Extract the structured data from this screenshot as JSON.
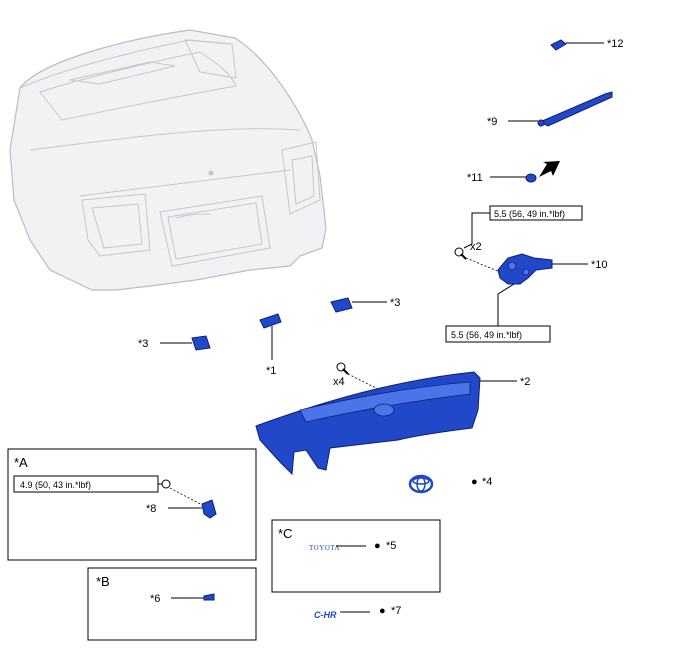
{
  "callouts": {
    "c1": "*1",
    "c2": "*2",
    "c3a": "*3",
    "c3b": "*3",
    "c4": "*4",
    "c5": "*5",
    "c6": "*6",
    "c7": "*7",
    "c8": "*8",
    "c9": "*9",
    "c10": "*10",
    "c11": "*11",
    "c12": "*12"
  },
  "bullet": "●",
  "quantities": {
    "wiper_bolts": "x2",
    "garnish_clips": "x4"
  },
  "torque": {
    "wiper_upper": "5.5 (56, 49 in.*lbf)",
    "wiper_lower": "5.5 (56, 49 in.*lbf)",
    "detail_a": "4.9 (50, 43 in.*lbf)"
  },
  "detail_boxes": {
    "a": "*A",
    "b": "*B",
    "c": "*C"
  },
  "emblem_text": {
    "brand": "TOYOTA",
    "model": "C-HR"
  },
  "colors": {
    "part_blue": "#2148c8",
    "body_grey": "#f1f2f4",
    "outline": "#000000"
  }
}
